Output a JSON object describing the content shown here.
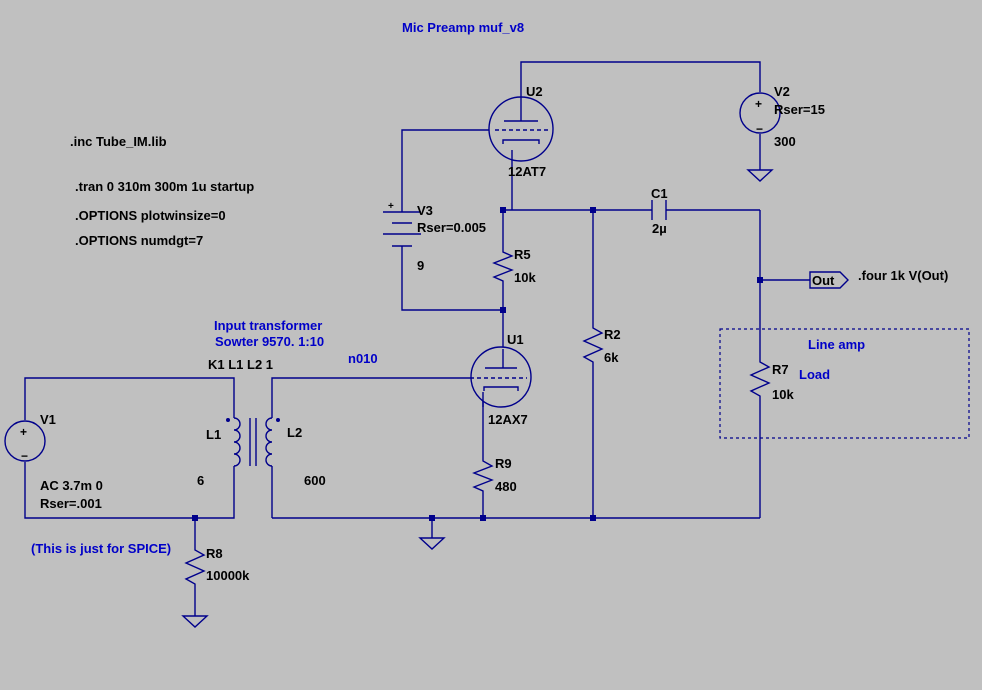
{
  "title": "Mic Preamp muf_v8",
  "directives": {
    "inc": ".inc Tube_IM.lib",
    "tran": ".tran 0 310m 300m 1u startup",
    "opt1": ".OPTIONS plotwinsize=0",
    "opt2": ".OPTIONS numdgt=7",
    "four": ".four 1k V(Out)"
  },
  "notes": {
    "transformer_1": "Input transformer",
    "transformer_2": "Sowter 9570. 1:10",
    "coupling": "K1 L1 L2 1",
    "net_n010": "n010",
    "spice_note": "(This is just for SPICE)",
    "line_amp": "Line amp",
    "load": "Load"
  },
  "components": {
    "U1": {
      "name": "U1",
      "model": "12AX7"
    },
    "U2": {
      "name": "U2",
      "model": "12AT7"
    },
    "V1": {
      "name": "V1",
      "value": "AC 3.7m 0",
      "rser": "Rser=.001"
    },
    "V2": {
      "name": "V2",
      "rser": "Rser=15",
      "value": "300"
    },
    "V3": {
      "name": "V3",
      "rser": "Rser=0.005",
      "value": "9"
    },
    "R2": {
      "name": "R2",
      "value": "6k"
    },
    "R5": {
      "name": "R5",
      "value": "10k"
    },
    "R7": {
      "name": "R7",
      "value": "10k"
    },
    "R8": {
      "name": "R8",
      "value": "10000k"
    },
    "R9": {
      "name": "R9",
      "value": "480"
    },
    "C1": {
      "name": "C1",
      "value": "2µ"
    },
    "L1": {
      "name": "L1",
      "value": "6"
    },
    "L2": {
      "name": "L2",
      "value": "600"
    }
  },
  "out_label": "Out",
  "colors": {
    "background": "#c0c0c0",
    "wire": "#00008b",
    "text": "#000000",
    "annotation": "#0000c8"
  }
}
